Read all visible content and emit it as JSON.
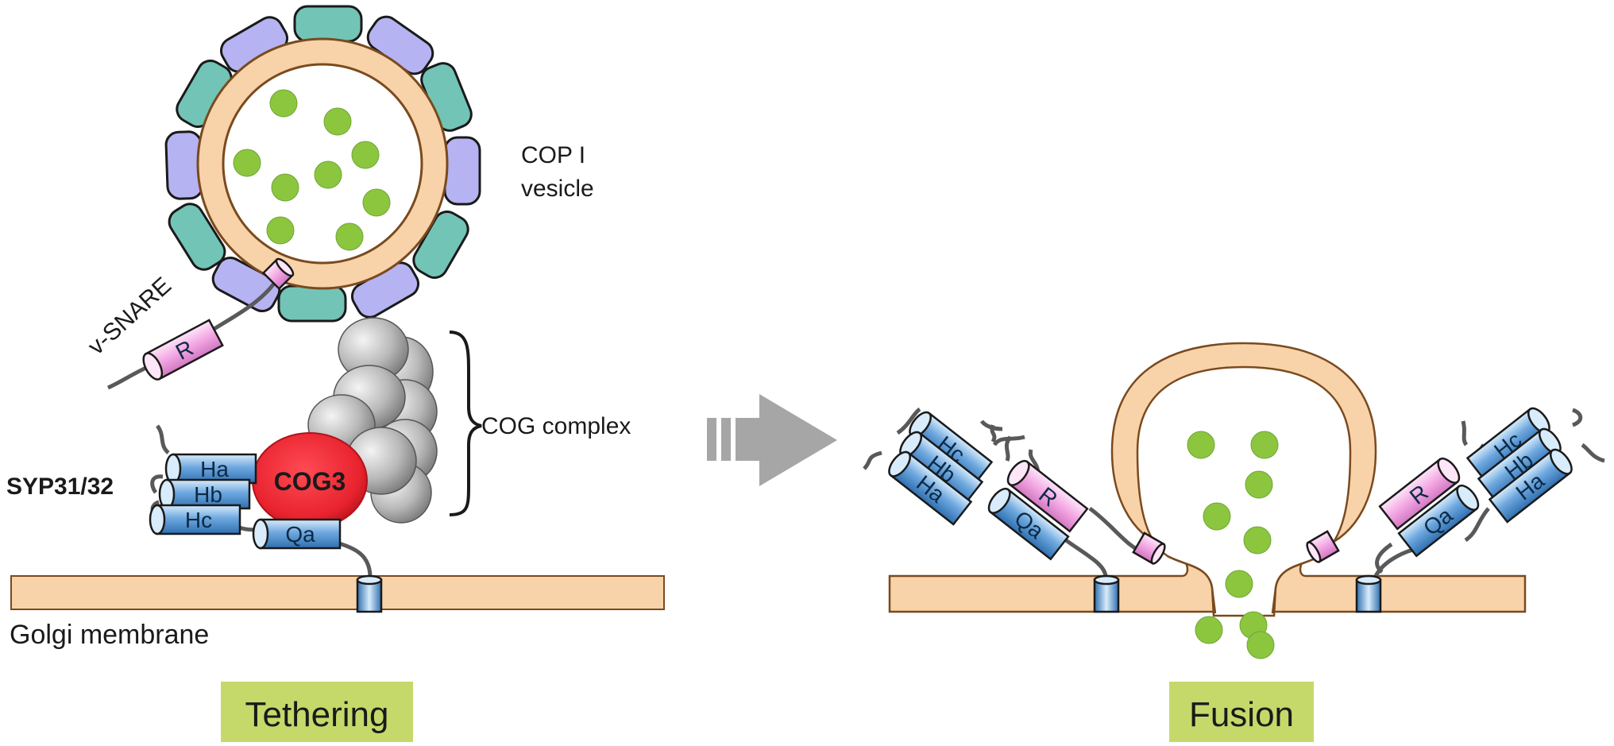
{
  "labels": {
    "cop_vesicle_line1": "COP I",
    "cop_vesicle_line2": "vesicle",
    "v_snare": "v-SNARE",
    "cog_complex": "COG complex",
    "syp": "SYP31/32",
    "cog3": "COG3",
    "golgi_membrane": "Golgi membrane",
    "stage_tethering": "Tethering",
    "stage_fusion": "Fusion"
  },
  "helix_labels": {
    "r": "R",
    "ha": "Ha",
    "hb": "Hb",
    "hc": "Hc",
    "qa": "Qa"
  },
  "colors": {
    "membrane": "#f8d3a9",
    "membrane_stroke": "#7a4a1e",
    "coat_purple": "#b6b3f2",
    "coat_teal": "#72c4b6",
    "cargo": "#8cc63f",
    "helix_blue": "#5b9bd5",
    "helix_pink": "#f3a7e3",
    "cog3_red": "#e8232e",
    "cog_gray": "#b9b9b9",
    "badge": "#c5d96a",
    "arrow": "#a6a6a6"
  }
}
